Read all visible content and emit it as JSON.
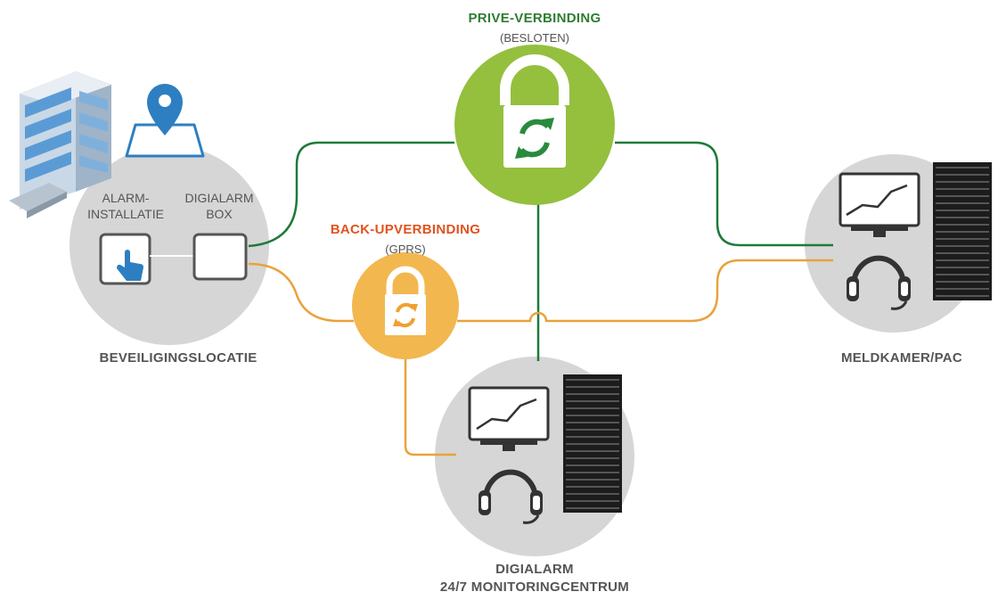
{
  "colors": {
    "private_line": "#1f7a3a",
    "backup_line": "#e9a23b",
    "private_lock_bg": "#94c03e",
    "backup_lock_bg": "#f3b74f",
    "node_circle": "#d6d6d6",
    "private_label": "#2e7d32",
    "backup_label": "#e0531f",
    "text_gray": "#555555",
    "pin_blue": "#2d7fc1"
  },
  "private_connection": {
    "title": "PRIVE-VERBINDING",
    "subtitle": "(BESLOTEN)"
  },
  "backup_connection": {
    "title": "BACK-UPVERBINDING",
    "subtitle": "(GPRS)"
  },
  "location": {
    "alarm_label_line1": "ALARM-",
    "alarm_label_line2": "INSTALLATIE",
    "box_label_line1": "DIGIALARM",
    "box_label_line2": "BOX",
    "caption": "BEVEILIGINGSLOCATIE"
  },
  "control_room": {
    "caption": "MELDKAMER/PAC"
  },
  "monitoring_center": {
    "caption_line1": "DIGIALARM",
    "caption_line2": "24/7 MONITORINGCENTRUM"
  },
  "icons": [
    "building-icon",
    "location-pin-icon",
    "touch-panel-icon",
    "digialarm-box-icon",
    "lock-sync-icon",
    "monitor-chart-icon",
    "headset-icon",
    "server-rack-icon"
  ]
}
